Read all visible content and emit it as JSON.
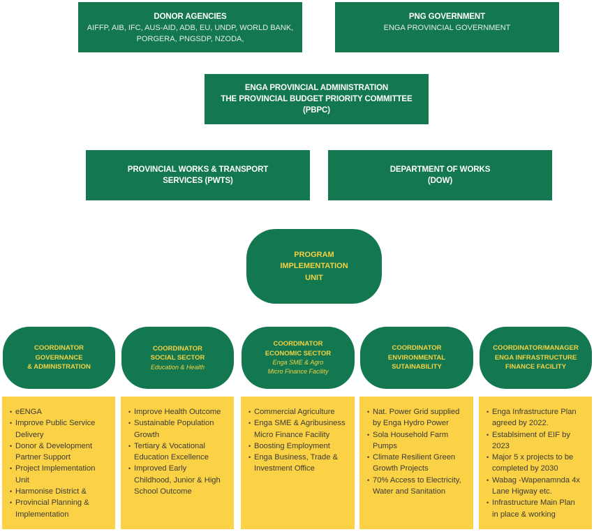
{
  "colors": {
    "green": "#137750",
    "yellow_text": "#f4d245",
    "card_yellow": "#fbd145",
    "card_text": "#3b3a36"
  },
  "donor_agencies": {
    "title": "DONOR AGENCIES",
    "line1": "AIFFP, AIB, IFC, AUS-AID, ADB, EU, UNDP, WORLD BANK,",
    "line2": "PORGERA, PNGSDP, NZODA,"
  },
  "png_government": {
    "title": "PNG GOVERNMENT",
    "line1": "ENGA PROVINCIAL GOVERNMENT"
  },
  "provincial_administration": {
    "line1": "ENGA PROVINCIAL ADMINISTRATION",
    "line2": "THE PROVINCIAL BUDGET PRIORITY COMMITTEE",
    "line3": "(PBPC)"
  },
  "pwts": {
    "line1": "PROVINCIAL WORKS & TRANSPORT",
    "line2": "SERVICES (PWTS)"
  },
  "dow": {
    "line1": "DEPARTMENT OF WORKS",
    "line2": "(DOW)"
  },
  "piu": {
    "line1": "PROGRAM",
    "line2": "IMPLEMENTATION",
    "line3": "UNIT"
  },
  "coordinators": [
    {
      "title_lines": [
        "COORDINATOR",
        "GOVERNANCE",
        "& ADMINISTRATION"
      ],
      "italic_lines": [],
      "items": [
        [
          "eENGA"
        ],
        [
          "Improve Public Service",
          "Delivery"
        ],
        [
          "Donor & Development",
          "Partner Support"
        ],
        [
          "Project Implementation",
          "Unit"
        ],
        [
          "Harmonise District &"
        ],
        [
          "Provincial Planning &",
          "Implementation"
        ]
      ]
    },
    {
      "title_lines": [
        "COORDINATOR",
        "SOCIAL SECTOR"
      ],
      "italic_lines": [
        "Education & Health"
      ],
      "items": [
        [
          "Improve Health Outcome"
        ],
        [
          "Sustainable Population",
          "Growth"
        ],
        [
          "Tertiary & Vocational",
          "Education Excellence"
        ],
        [
          "Improved Early",
          "Childhood, Junior & High",
          "School Outcome"
        ]
      ]
    },
    {
      "title_lines": [
        "COORDINATOR",
        "ECONOMIC SECTOR"
      ],
      "italic_lines": [
        "Enga SME & Agro",
        "Micro Finance Facility"
      ],
      "items": [
        [
          "Commercial Agriculture"
        ],
        [
          "Enga SME & Agribusiness",
          "Micro Finance Facility"
        ],
        [
          "Boosting Employment"
        ],
        [
          "Enga Business,  Trade &",
          "Investment  Office"
        ]
      ]
    },
    {
      "title_lines": [
        "COORDINATOR",
        "ENVIRONMENTAL",
        "SUTAINABILITY"
      ],
      "italic_lines": [],
      "items": [
        [
          "Nat. Power Grid supplied",
          "by Enga Hydro Power"
        ],
        [
          "Sola Household Farm",
          "Pumps"
        ],
        [
          "Climate Resilient Green",
          "Growth Projects"
        ],
        [
          "70% Access to Electricity,",
          "Water and Sanitation"
        ]
      ]
    },
    {
      "title_lines": [
        "COORDINATOR/MANAGER",
        "ENGA INFRASTRUCTURE",
        "FINANCE FACILITY"
      ],
      "italic_lines": [],
      "items": [
        [
          "Enga Infrastructure Plan",
          "agreed by 2022."
        ],
        [
          "Establsiment of EIF by",
          "2023"
        ],
        [
          "Major 5 x projects to be",
          "completed by 2030"
        ],
        [
          "Wabag -Wapenamnda 4x",
          "Lane Higway etc."
        ],
        [
          "Infrastructure Main Plan",
          "in place & working"
        ]
      ]
    }
  ]
}
